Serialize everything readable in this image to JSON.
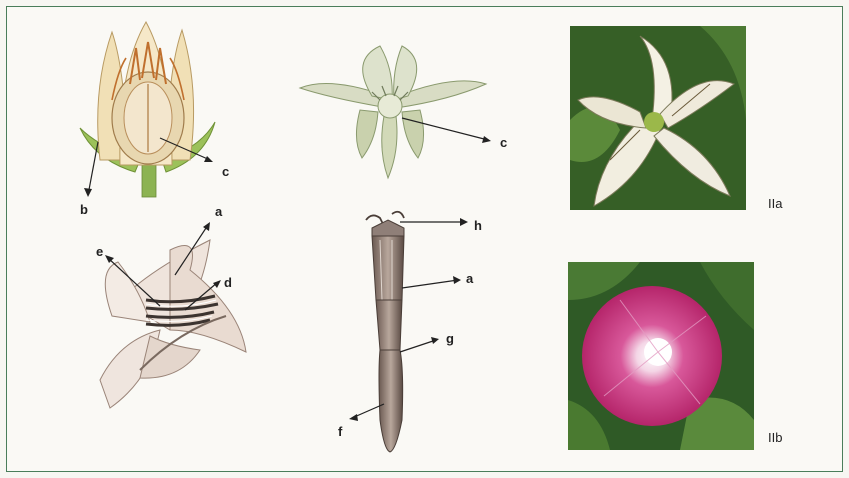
{
  "labels": {
    "b": "b",
    "c1": "c",
    "c2": "c",
    "a1": "a",
    "e": "e",
    "d": "d",
    "h": "h",
    "a2": "a",
    "g": "g",
    "f": "f"
  },
  "photos": {
    "top": {
      "label": "IIa",
      "icon": "white-flower-photo"
    },
    "bottom": {
      "label": "IIb",
      "icon": "pink-morning-glory-photo"
    }
  },
  "colors": {
    "frame": "#4a7d5a",
    "sepal": "#8fb24b",
    "petal_cream": "#efe2c4",
    "pink": "#c2306e"
  }
}
